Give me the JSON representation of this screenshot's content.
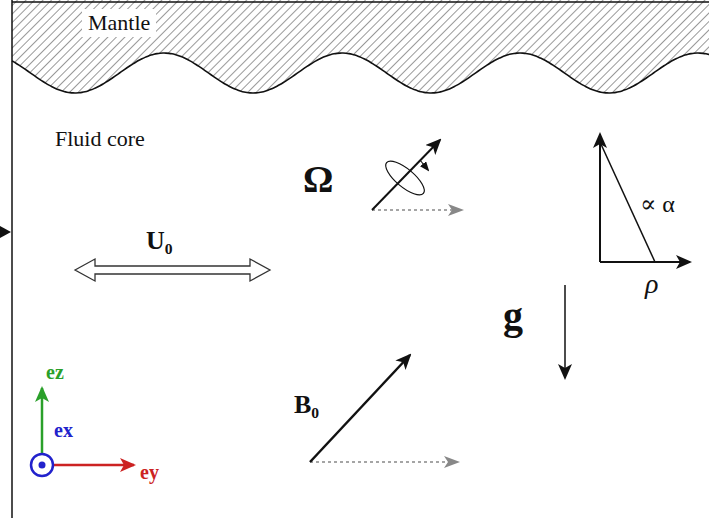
{
  "diagram": {
    "labels": [
      "Mantle",
      "Fluid core",
      "Ω",
      "∝ α",
      "U₀",
      "ρ",
      "g",
      "ez",
      "ex",
      "B₀",
      "ey"
    ]
  }
}
